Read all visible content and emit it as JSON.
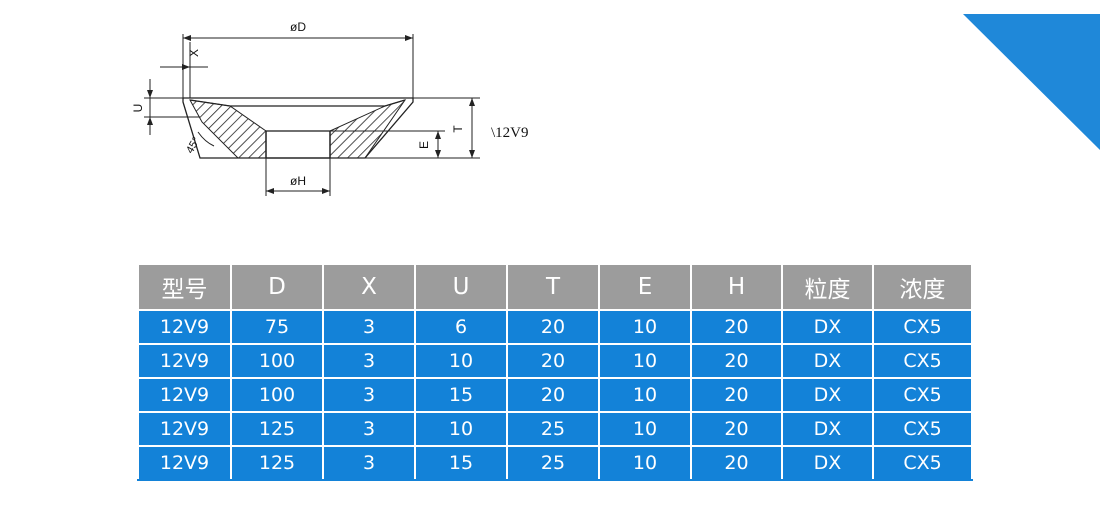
{
  "drawing": {
    "labels": {
      "D": "øD",
      "X": "X",
      "U": "U",
      "T": "T",
      "E": "E",
      "H": "øH",
      "angle": "45°",
      "model": "\\12V9"
    }
  },
  "table": {
    "headers": [
      "型号",
      "D",
      "X",
      "U",
      "T",
      "E",
      "H",
      "粒度",
      "浓度"
    ],
    "rows": [
      [
        "12V9",
        "75",
        "3",
        "6",
        "20",
        "10",
        "20",
        "DX",
        "CX5"
      ],
      [
        "12V9",
        "100",
        "3",
        "10",
        "20",
        "10",
        "20",
        "DX",
        "CX5"
      ],
      [
        "12V9",
        "100",
        "3",
        "15",
        "20",
        "10",
        "20",
        "DX",
        "CX5"
      ],
      [
        "12V9",
        "125",
        "3",
        "10",
        "25",
        "10",
        "20",
        "DX",
        "CX5"
      ],
      [
        "12V9",
        "125",
        "3",
        "15",
        "25",
        "10",
        "20",
        "DX",
        "CX5"
      ]
    ]
  },
  "colors": {
    "header_bg": "#9c9c9c",
    "row_bg": "#1382d8",
    "corner_accent": "#1f88d9"
  }
}
